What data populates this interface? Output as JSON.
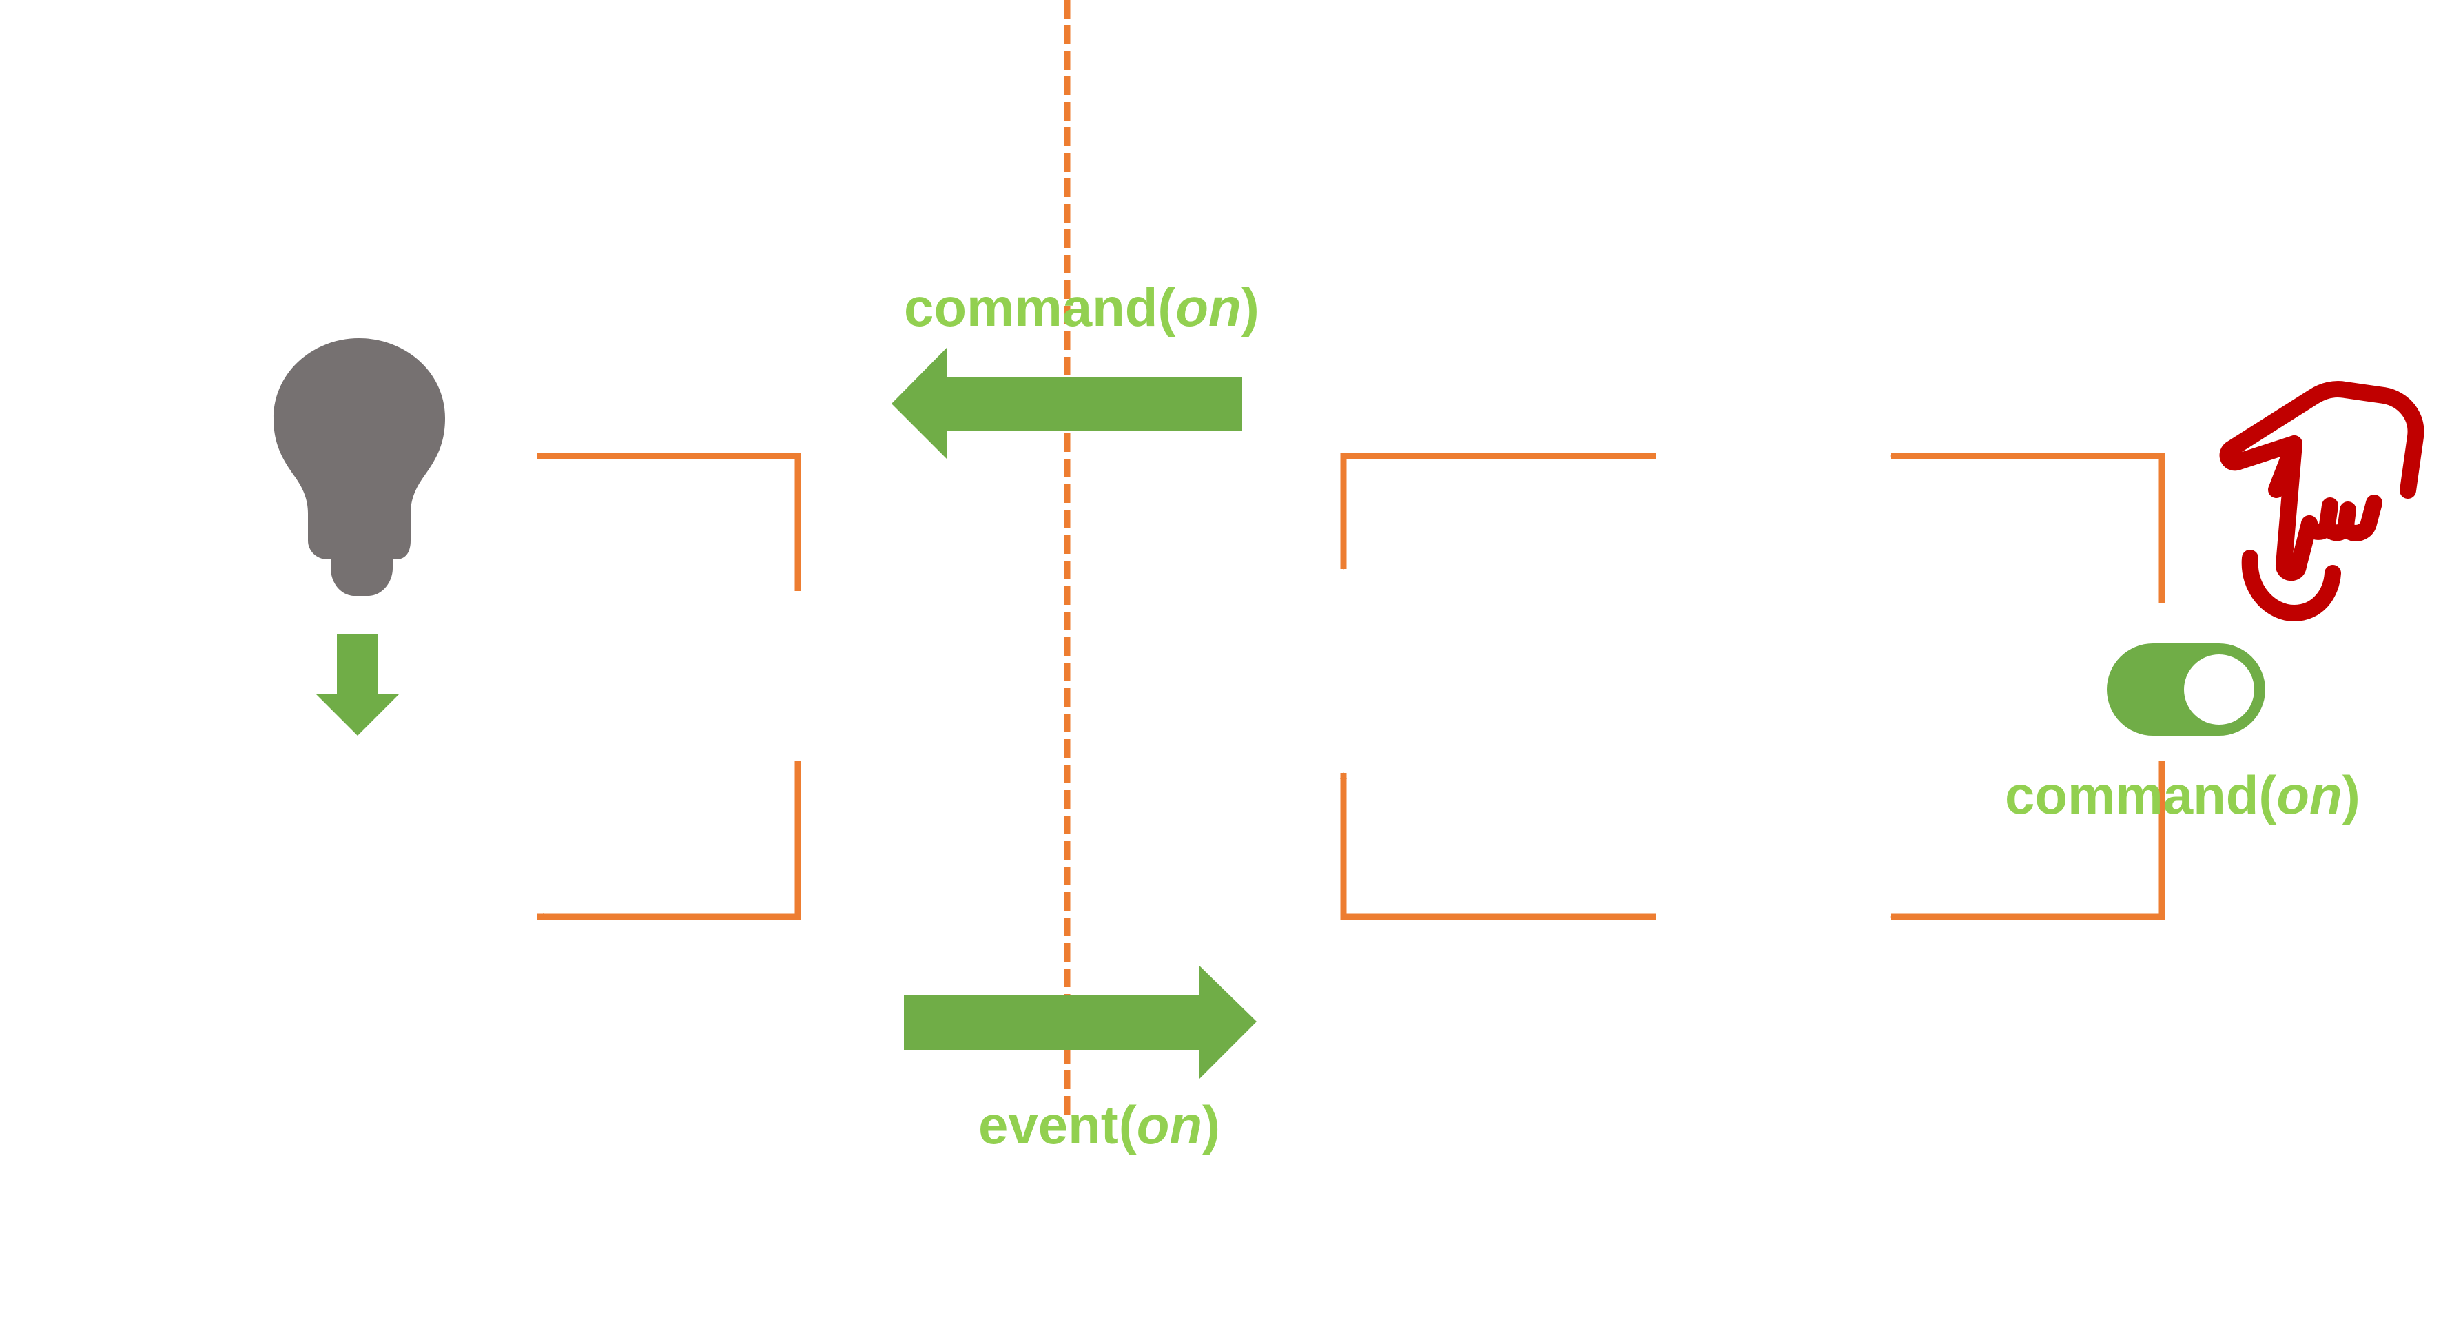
{
  "colors": {
    "orange": "#ed7d31",
    "green_arrow": "#70ad47",
    "green_text": "#92d050",
    "bulb_gray": "#767171",
    "hand_red": "#c00000",
    "background": "#ffffff"
  },
  "icons": {
    "bulb": "lightbulb-icon",
    "hand": "pointing-hand-icon",
    "toggle": "toggle-switch-icon"
  },
  "toggle": {
    "state": "on"
  },
  "labels": {
    "top_command": {
      "prefix": "command(",
      "arg": "on",
      "suffix": ")"
    },
    "right_command": {
      "prefix": "command(",
      "arg": "on",
      "suffix": ")"
    },
    "bottom_event": {
      "prefix": "event(",
      "arg": "on",
      "suffix": ")"
    }
  }
}
